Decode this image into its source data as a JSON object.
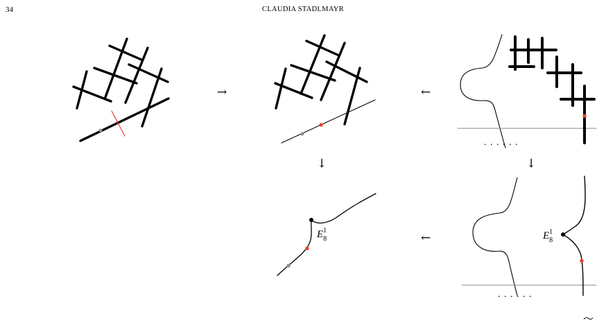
{
  "header": {
    "page_number": "34",
    "running_head": "CLAUDIA STADLMAYR"
  },
  "figure": {
    "arrows": {
      "right": "→",
      "left": "←",
      "down": "↓"
    },
    "label_e8": {
      "base": "E",
      "sub": "8",
      "sup": "1"
    },
    "dots": ". . . . . .",
    "colors": {
      "curve": "#000000",
      "marked_point": "#e8412c",
      "grey_point": "#8c8c8c",
      "line_grey": "#8a8a8a"
    }
  }
}
